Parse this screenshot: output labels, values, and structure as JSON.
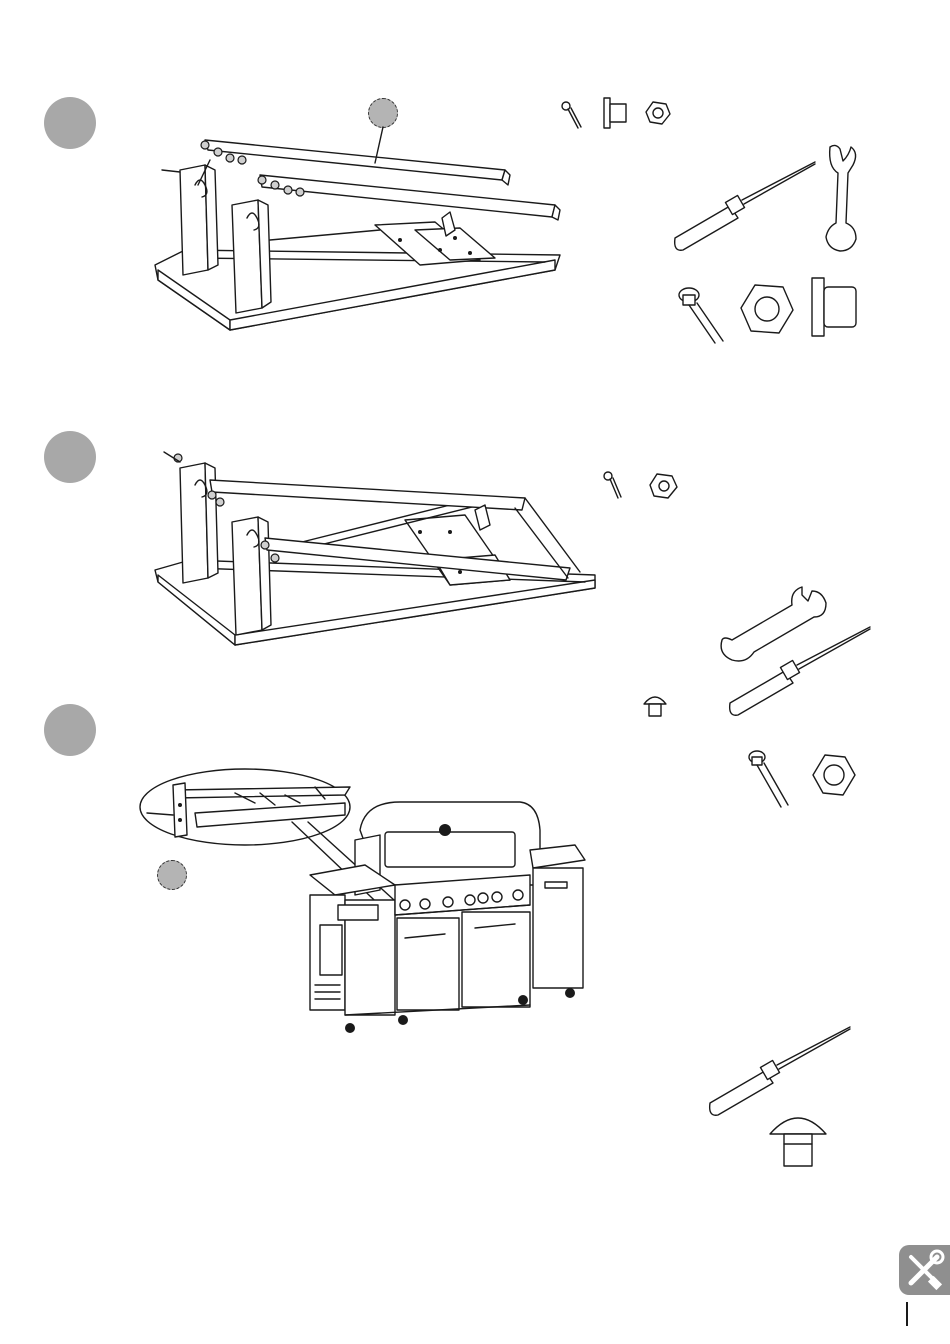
{
  "document": {
    "type": "assembly-instructions",
    "steps": [
      {
        "id": "step-1",
        "marker": "circle",
        "callout": true,
        "parts": [
          "bolt",
          "spacer-sleeve",
          "hex-nut"
        ],
        "tools": [
          "screwdriver",
          "open-end-wrench"
        ]
      },
      {
        "id": "step-2",
        "marker": "circle",
        "callout": false,
        "parts": [
          "bolt",
          "hex-nut"
        ],
        "tools": [
          "open-end-wrench",
          "screwdriver"
        ]
      },
      {
        "id": "step-3",
        "marker": "circle",
        "callout": true,
        "parts": [
          "mushroom-cap-screw",
          "bolt",
          "hex-nut"
        ],
        "tools": [
          "screwdriver"
        ]
      }
    ],
    "icons": {
      "corner_badge": "tools-wrench-screwdriver-icon"
    },
    "colors": {
      "step_marker": "#a8a8a8",
      "badge": "#8f8f8f",
      "line": "#1a1a1a"
    }
  }
}
